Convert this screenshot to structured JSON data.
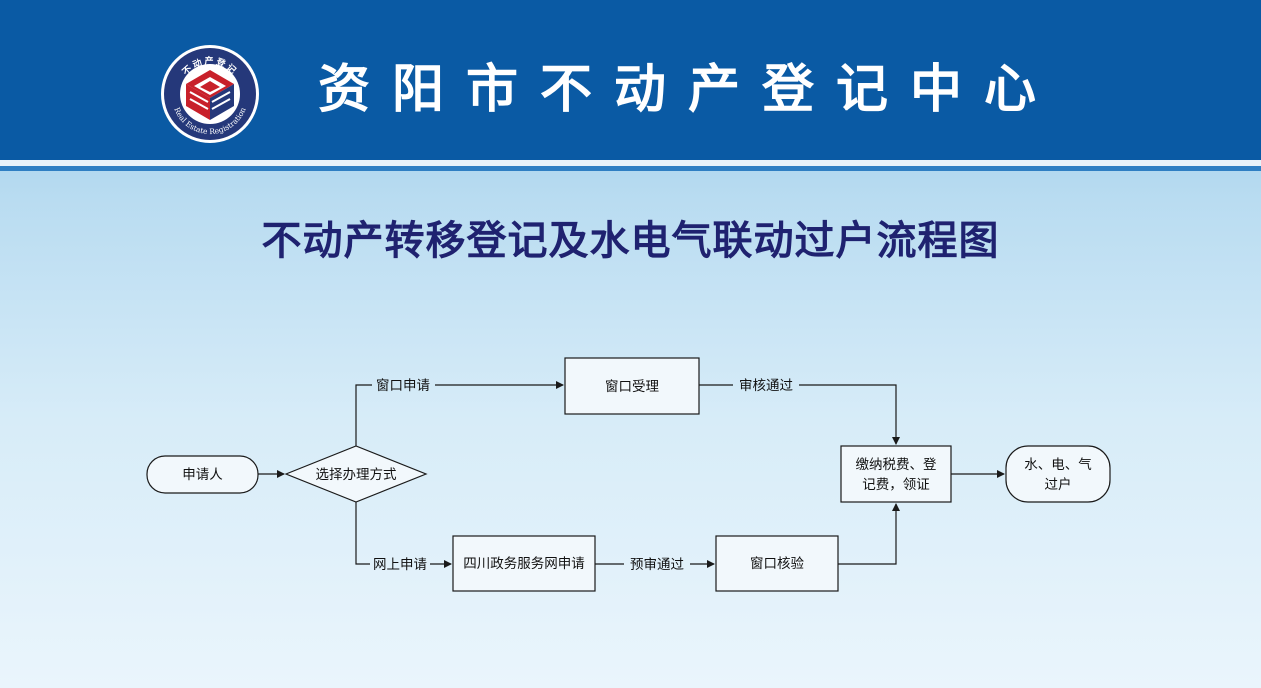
{
  "header": {
    "title": "资阳市不动产登记中心",
    "logo_text_top": "不动产登记",
    "logo_text_bottom": "Real Estate Registration",
    "bg_color": "#0a5aa4"
  },
  "page_title": "不动产转移登记及水电气联动过户流程图",
  "diagram": {
    "nodes": {
      "applicant": "申请人",
      "choose": "选择办理方式",
      "window_accept": "窗口受理",
      "sichuan_online": "四川政务服务网申请",
      "window_verify": "窗口核验",
      "pay_line1": "缴纳税费、登",
      "pay_line2": "记费，领证",
      "utility_line1": "水、电、气",
      "utility_line2": "过户"
    },
    "edges": {
      "window_apply": "窗口申请",
      "online_apply": "网上申请",
      "review_pass": "审核通过",
      "pre_review_pass": "预审通过"
    },
    "colors": {
      "line": "#1a1a1a",
      "title": "#1f2270"
    }
  }
}
